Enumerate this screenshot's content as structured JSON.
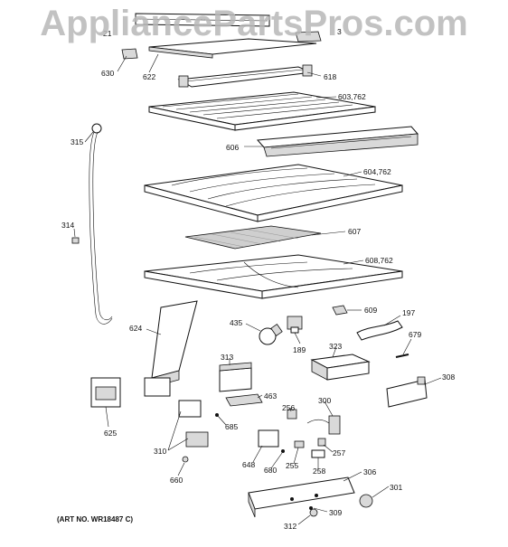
{
  "watermark": "AppliancePartsPros.com",
  "art_number": "(ART NO. WR18487 C)",
  "callouts": [
    {
      "id": "c21",
      "text": "21"
    },
    {
      "id": "c3",
      "text": "3"
    },
    {
      "id": "c630",
      "text": "630"
    },
    {
      "id": "c622",
      "text": "622"
    },
    {
      "id": "c618",
      "text": "618"
    },
    {
      "id": "c603",
      "text": "603,762"
    },
    {
      "id": "c315",
      "text": "315"
    },
    {
      "id": "c606",
      "text": "606"
    },
    {
      "id": "c604",
      "text": "604,762"
    },
    {
      "id": "c314",
      "text": "314"
    },
    {
      "id": "c607",
      "text": "607"
    },
    {
      "id": "c608",
      "text": "608,762"
    },
    {
      "id": "c609",
      "text": "609"
    },
    {
      "id": "c197",
      "text": "197"
    },
    {
      "id": "c624",
      "text": "624"
    },
    {
      "id": "c435",
      "text": "435"
    },
    {
      "id": "c189",
      "text": "189"
    },
    {
      "id": "c323",
      "text": "323"
    },
    {
      "id": "c679",
      "text": "679"
    },
    {
      "id": "c313",
      "text": "313"
    },
    {
      "id": "c308",
      "text": "308"
    },
    {
      "id": "c463",
      "text": "463"
    },
    {
      "id": "c300",
      "text": "300"
    },
    {
      "id": "c256",
      "text": "256"
    },
    {
      "id": "c625",
      "text": "625"
    },
    {
      "id": "c685",
      "text": "685"
    },
    {
      "id": "c310",
      "text": "310"
    },
    {
      "id": "c257",
      "text": "257"
    },
    {
      "id": "c648",
      "text": "648"
    },
    {
      "id": "c255",
      "text": "255"
    },
    {
      "id": "c258",
      "text": "258"
    },
    {
      "id": "c680",
      "text": "680"
    },
    {
      "id": "c306",
      "text": "306"
    },
    {
      "id": "c660",
      "text": "660"
    },
    {
      "id": "c301",
      "text": "301"
    },
    {
      "id": "c309",
      "text": "309"
    },
    {
      "id": "c312",
      "text": "312"
    }
  ]
}
